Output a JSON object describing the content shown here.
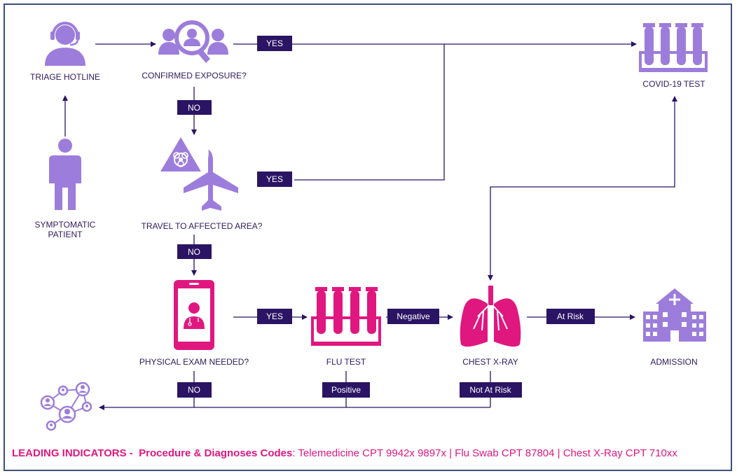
{
  "colors": {
    "purple": "#9d7ddb",
    "magenta": "#e0177f",
    "line": "#2a1463",
    "tag_bg": "#2a1463",
    "border": "#3a4f7a"
  },
  "nodes": {
    "triage_hotline": {
      "label": "TRIAGE HOTLINE",
      "icon": "headset-person-icon"
    },
    "confirmed_exposure": {
      "label": "CONFIRMED EXPOSURE?",
      "icon": "search-people-icon"
    },
    "covid_test": {
      "label": "COVID-19 TEST",
      "icon": "test-tubes-icon"
    },
    "symptomatic_patient": {
      "label1": "SYMPTOMATIC",
      "label2": "PATIENT",
      "icon": "person-icon"
    },
    "travel": {
      "label": "TRAVEL TO AFFECTED AREA?",
      "icon": "airplane-biohazard-icon"
    },
    "physical_exam": {
      "label": "PHYSICAL EXAM NEEDED?",
      "icon": "phone-doctor-icon"
    },
    "flu_test": {
      "label": "FLU TEST",
      "icon": "test-tubes-icon"
    },
    "chest_xray": {
      "label": "CHEST X-RAY",
      "icon": "lungs-icon"
    },
    "admission": {
      "label": "ADMISSION",
      "icon": "hospital-icon"
    },
    "telemedicine_network": {
      "icon": "network-people-icon"
    }
  },
  "edges": {
    "exposure_yes": "YES",
    "exposure_no": "NO",
    "travel_yes": "YES",
    "travel_no": "NO",
    "exam_yes": "YES",
    "exam_no": "NO",
    "flu_negative": "Negative",
    "flu_positive": "Positive",
    "xray_at_risk": "At Risk",
    "xray_not_at_risk": "Not At Risk"
  },
  "footer": {
    "leading": "LEADING INDICATORS -",
    "codes_title": "Procedure & Diagnoses Codes",
    "codes_text": ": Telemedicine CPT 9942x 9897x | Flu Swab CPT 87804 | Chest X-Ray CPT 710xx"
  }
}
